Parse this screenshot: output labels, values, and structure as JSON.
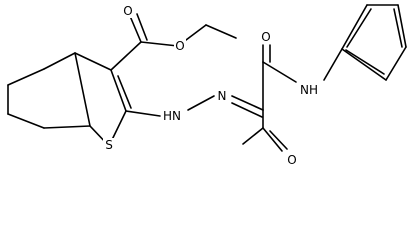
{
  "molecule": {
    "atoms": {
      "ester_carbonyl_o": "O",
      "ester_ether_o": "O",
      "thiophene_s": "S",
      "hydrazone_nh": "HN",
      "hydrazone_n": "N",
      "amide_o": "O",
      "amide_nh": "NH",
      "ketone_o": "O"
    }
  }
}
